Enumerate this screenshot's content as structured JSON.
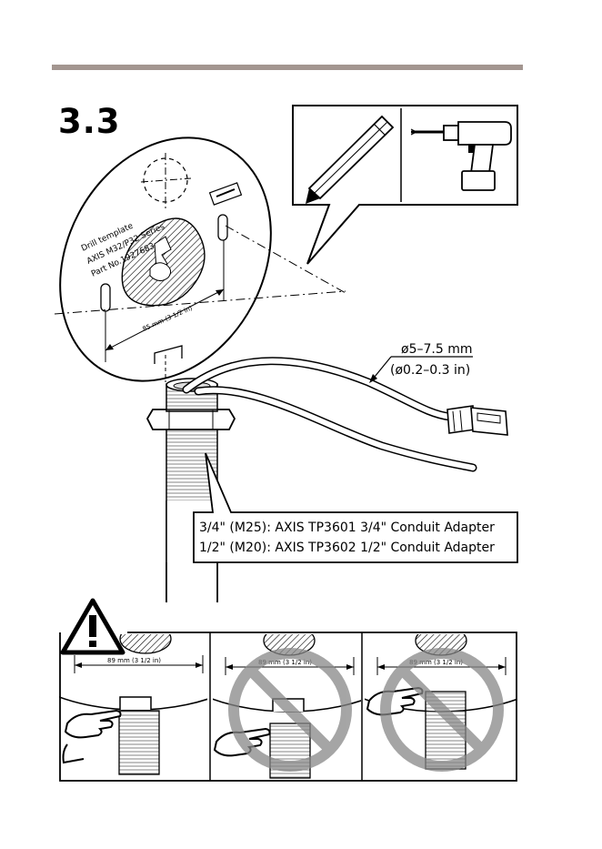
{
  "step": {
    "number": "3.3"
  },
  "template": {
    "line1": "Drill template",
    "line2": "AXIS M32/P32 Series",
    "line3": "Part No.1927683",
    "dimension": "85 mm (3 1/2 in)"
  },
  "cable": {
    "diameter_mm": "ø5–7.5 mm",
    "diameter_in": "(ø0.2–0.3 in)"
  },
  "conduit": {
    "line1": "3/4\" (M25): AXIS TP3601 3/4\" Conduit Adapter",
    "line2": "1/2\" (M20): AXIS TP3602 1/2\" Conduit Adapter"
  },
  "warning": {
    "panels": [
      {
        "dimension": "89 mm (3 1/2 in)",
        "status": "correct"
      },
      {
        "dimension": "89 mm (3 1/2 in)",
        "status": "incorrect"
      },
      {
        "dimension": "89 mm (3 1/2 in)",
        "status": "incorrect"
      }
    ]
  },
  "icons": [
    "pencil-icon",
    "drill-icon",
    "warning-icon",
    "pointing-hand-icon",
    "prohibited-icon"
  ],
  "colors": {
    "rule": "#a39690",
    "line": "#000000",
    "prohibited": "#888888"
  }
}
